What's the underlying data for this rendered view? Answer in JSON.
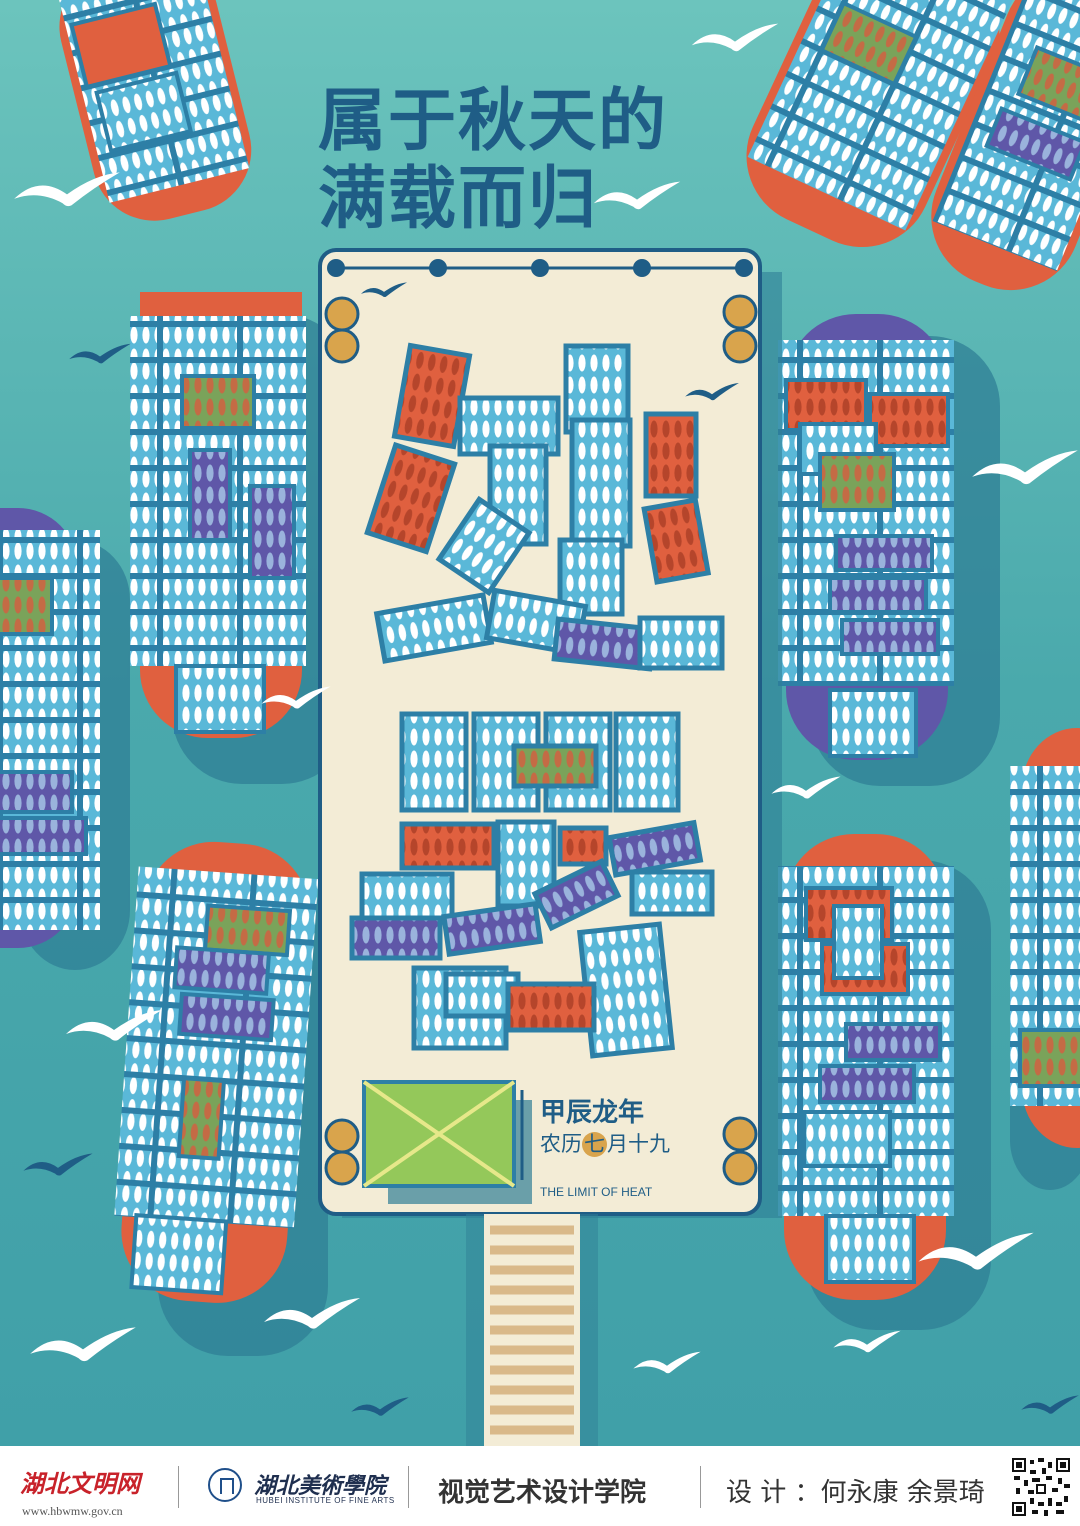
{
  "poster": {
    "title_line1": "属于秋天的",
    "title_line2": "满载而归",
    "year_label": "甲辰龙年",
    "lunar_prefix": "农历",
    "lunar_highlight": "七",
    "lunar_suffix": "月十九",
    "tagline": "THE LIMIT OF HEAT"
  },
  "footer": {
    "logo_text": "湖北文明网",
    "url": "www.hbwmw.gov.cn",
    "school_logo": "湖北美術學院",
    "school_en": "HUBEI INSTITUTE OF FINE ARTS",
    "college": "视觉艺术设计学院",
    "design_credit": "设 计 ：何永康  余景琦"
  },
  "icons": [
    "seagull-icon",
    "boat-icon",
    "fish-crate-icon",
    "qr-code-icon",
    "school-emblem-icon"
  ],
  "colors": {
    "sea": "#4aa9ac",
    "dock": "#f3ecd6",
    "title": "#1f5d86",
    "crate_blue": "#5ab8d8",
    "crate_red": "#e0603f",
    "crate_green": "#7aa35a",
    "crate_purple": "#5f57a8",
    "accent_gold": "#d9a44c"
  }
}
